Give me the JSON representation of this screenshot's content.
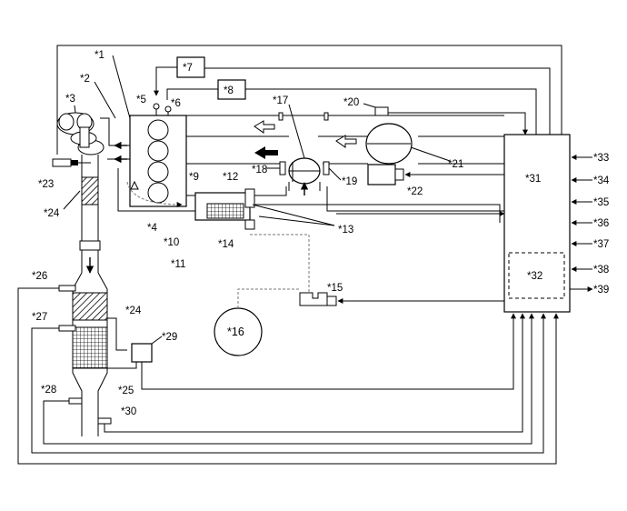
{
  "callouts": {
    "c1": "*1",
    "c2": "*2",
    "c3": "*3",
    "c4": "*4",
    "c5": "*5",
    "c6": "*6",
    "c7": "*7",
    "c8": "*8",
    "c9": "*9",
    "c10": "*10",
    "c11": "*11",
    "c12": "*12",
    "c13": "*13",
    "c14": "*14",
    "c15": "*15",
    "c16": "*16",
    "c17": "*17",
    "c18": "*18",
    "c19": "*19",
    "c20": "*20",
    "c21": "*21",
    "c22": "*22",
    "c23": "*23",
    "c24a": "*24",
    "c24b": "*24",
    "c25": "*25",
    "c26": "*26",
    "c27": "*27",
    "c28": "*28",
    "c29": "*29",
    "c30": "*30",
    "c31": "*31",
    "c32": "*32",
    "c33": "*33",
    "c34": "*34",
    "c35": "*35",
    "c36": "*36",
    "c37": "*37",
    "c38": "*38",
    "c39": "*39"
  }
}
